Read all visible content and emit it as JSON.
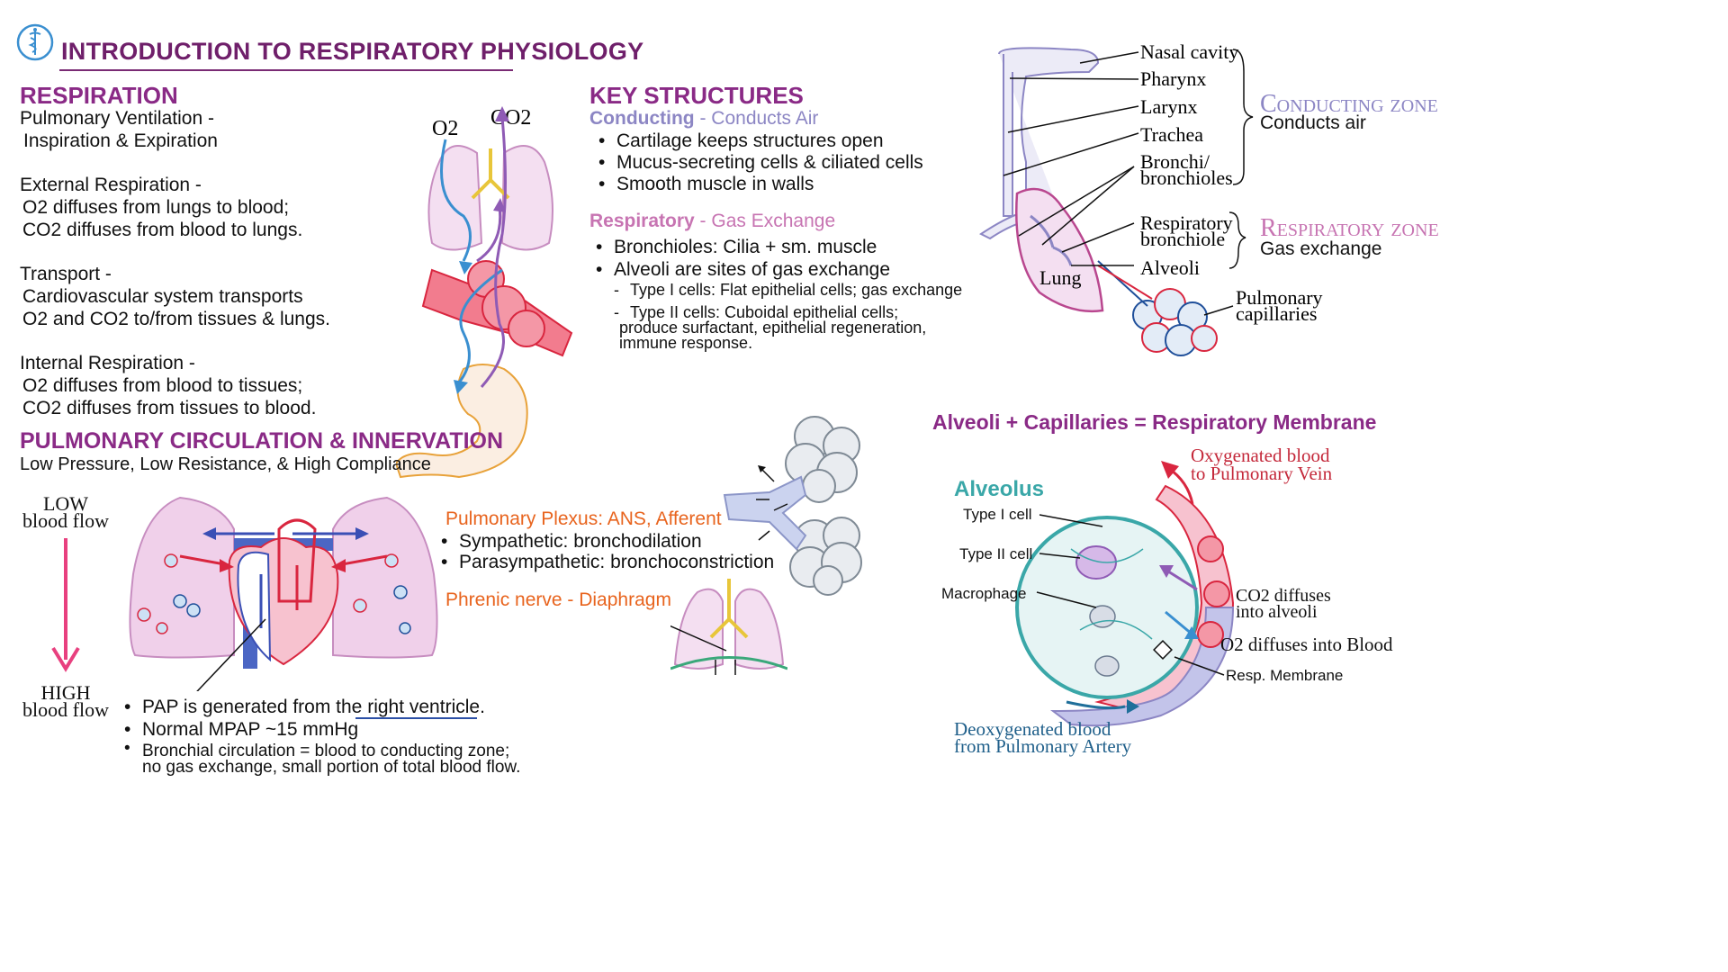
{
  "header": {
    "title": "INTRODUCTION TO RESPIRATORY PHYSIOLOGY",
    "logo_icon": "caduceus-icon"
  },
  "respiration": {
    "heading": "RESPIRATION",
    "items": [
      {
        "title": "Pulmonary Ventilation -",
        "lines": [
          "Inspiration & Expiration"
        ]
      },
      {
        "title": "External Respiration -",
        "lines": [
          "O2 diffuses from lungs to blood;",
          "CO2 diffuses from blood to lungs."
        ]
      },
      {
        "title": "Transport -",
        "lines": [
          "Cardiovascular system transports",
          "O2 and CO2 to/from tissues & lungs."
        ]
      },
      {
        "title": "Internal Respiration -",
        "lines": [
          "O2 diffuses from blood to tissues;",
          "CO2 diffuses from tissues to blood."
        ]
      }
    ],
    "diagram": {
      "o2": "O2",
      "co2": "CO2"
    }
  },
  "key_structures": {
    "heading": "KEY STRUCTURES",
    "conducting": {
      "label": "Conducting",
      "desc": " - Conducts Air",
      "bullets": [
        "Cartilage keeps structures open",
        "Mucus-secreting cells & ciliated cells",
        "Smooth muscle in walls"
      ]
    },
    "respiratory": {
      "label": "Respiratory",
      "desc": " - Gas Exchange",
      "bullets": [
        "Bronchioles: Cilia + sm. muscle",
        "Alveoli are sites of gas exchange"
      ],
      "subs": [
        {
          "lines": [
            "Type I cells: Flat epithelial cells; gas exchange"
          ]
        },
        {
          "lines": [
            "Type II cells: Cuboidal epithelial cells;",
            "produce surfactant, epithelial regeneration,",
            "immune response."
          ]
        }
      ]
    }
  },
  "airway": {
    "labels": {
      "nasal": "Nasal cavity",
      "pharynx": "Pharynx",
      "larynx": "Larynx",
      "trachea": "Trachea",
      "bronchi1": "Bronchi/",
      "bronchi2": "bronchioles",
      "resp1": "Respiratory",
      "resp2": "bronchiole",
      "alveoli": "Alveoli",
      "lung": "Lung",
      "pulm1": "Pulmonary",
      "pulm2": "capillaries"
    },
    "conducting_zone": {
      "title": "Conducting zone",
      "desc": "Conducts air"
    },
    "respiratory_zone": {
      "title": "Respiratory zone",
      "desc": "Gas exchange"
    }
  },
  "circulation": {
    "heading": "PULMONARY CIRCULATION & INNERVATION",
    "subheading": "Low Pressure, Low Resistance, & High Compliance",
    "low1": "LOW",
    "low2": "blood flow",
    "high1": "HIGH",
    "high2": "blood flow",
    "bullets": [
      {
        "lines": [
          "PAP is generated from the right ventricle."
        ]
      },
      {
        "lines": [
          "Normal MPAP ~15 mmHg"
        ]
      },
      {
        "lines": [
          "Bronchial circulation = blood to conducting zone;",
          "no gas exchange, small portion of total blood flow."
        ]
      }
    ]
  },
  "innervation": {
    "plexus": "Pulmonary Plexus: ANS, Afferent",
    "bullets": [
      "Sympathetic: bronchodilation",
      "Parasympathetic: bronchoconstriction"
    ],
    "phrenic": "Phrenic nerve - Diaphragm"
  },
  "membrane": {
    "heading": "Alveoli + Capillaries = Respiratory Membrane",
    "alveolus": "Alveolus",
    "type1": "Type I cell",
    "type2": "Type II cell",
    "macrophage": "Macrophage",
    "oxy1": "Oxygenated blood",
    "oxy2": "to Pulmonary Vein",
    "co2_1": "CO2 diffuses",
    "co2_2": "into alveoli",
    "o2": "O2 diffuses into Blood",
    "resp_membrane": "Resp. Membrane",
    "deoxy1": "Deoxygenated blood",
    "deoxy2": "from Pulmonary Artery"
  },
  "colors": {
    "title": "#6f1f6a",
    "heading": "#8a2a86",
    "conducting": "#8c86c4",
    "respiratory": "#c774b2",
    "nerve": "#e8641e",
    "teal": "#3aa7a8",
    "blood": "#d9263f"
  }
}
